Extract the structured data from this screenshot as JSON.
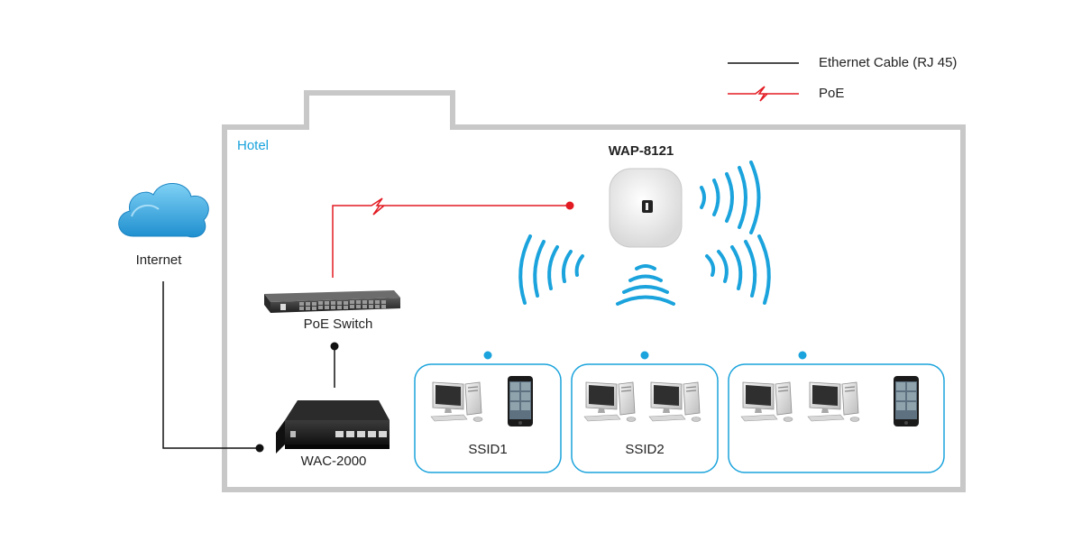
{
  "legend": {
    "ethernet_label": "Ethernet Cable (RJ 45)",
    "poe_label": "PoE"
  },
  "area": {
    "label": "Hotel"
  },
  "nodes": {
    "internet": "Internet",
    "poe_switch": "PoE Switch",
    "controller": "WAC-2000",
    "access_point": "WAP-8121"
  },
  "groups": [
    {
      "label": "SSID1"
    },
    {
      "label": "SSID2"
    },
    {
      "label": ""
    }
  ],
  "colors": {
    "ethernet": "#111111",
    "poe": "#e21a22",
    "wifi": "#1aa3dc",
    "building": "#c8c8c8"
  }
}
